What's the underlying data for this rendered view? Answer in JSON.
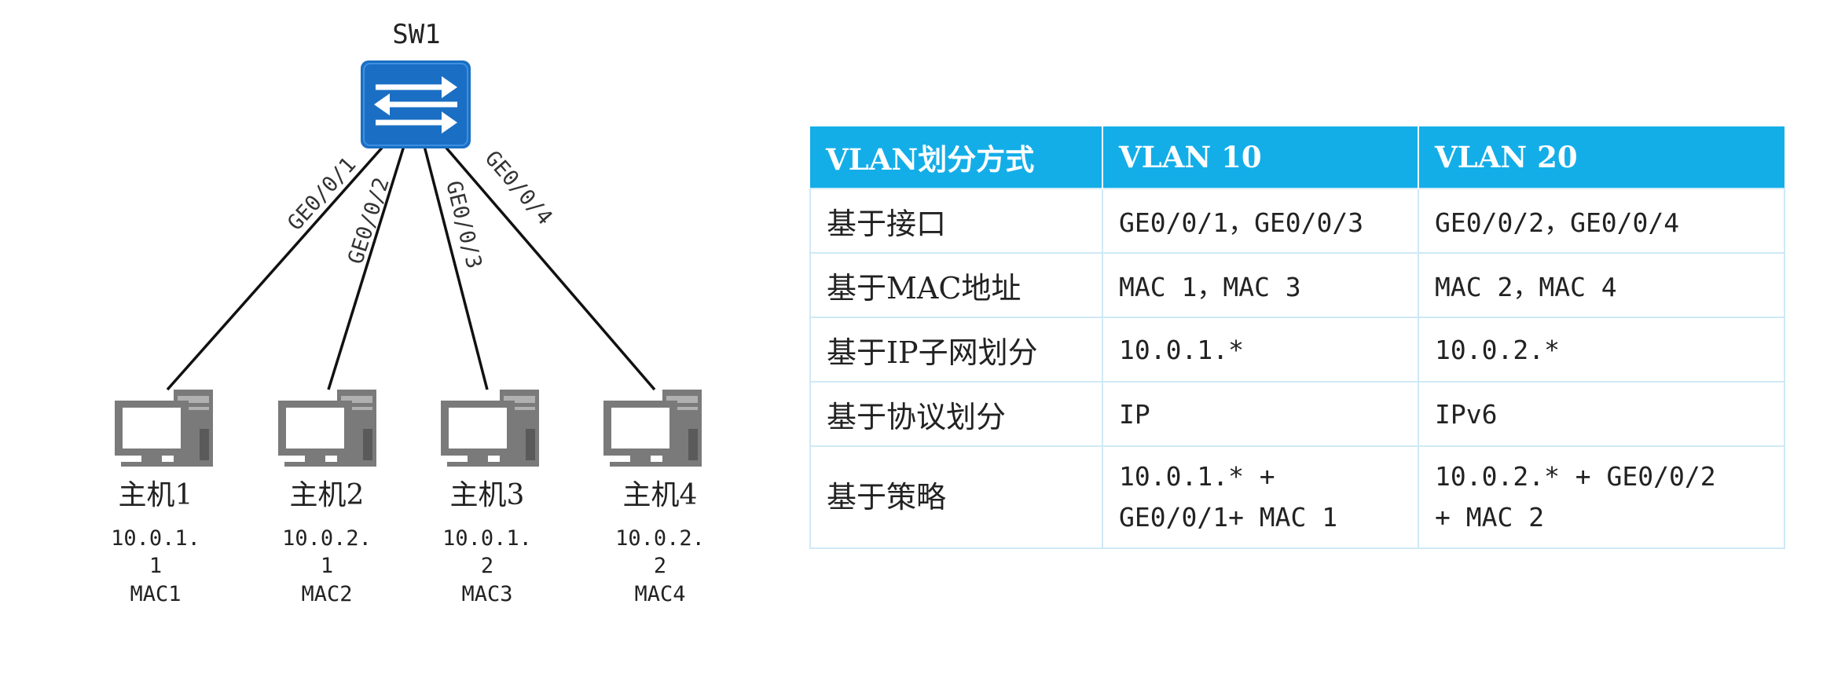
{
  "topology": {
    "switch": {
      "name": "SW1",
      "icon": "switch-icon",
      "color": "#1a6fc4"
    },
    "links": [
      {
        "port": "GE0/0/1"
      },
      {
        "port": "GE0/0/2"
      },
      {
        "port": "GE0/0/3"
      },
      {
        "port": "GE0/0/4"
      }
    ],
    "hosts": [
      {
        "name": "主机1",
        "ip_line1": "10.0.1.",
        "ip_line2": "1",
        "mac": "MAC1",
        "icon": "pc-icon"
      },
      {
        "name": "主机2",
        "ip_line1": "10.0.2.",
        "ip_line2": "1",
        "mac": "MAC2",
        "icon": "pc-icon"
      },
      {
        "name": "主机3",
        "ip_line1": "10.0.1.",
        "ip_line2": "2",
        "mac": "MAC3",
        "icon": "pc-icon"
      },
      {
        "name": "主机4",
        "ip_line1": "10.0.2.",
        "ip_line2": "2",
        "mac": "MAC4",
        "icon": "pc-icon"
      }
    ]
  },
  "table": {
    "header_color": "#13aee8",
    "headers": [
      "VLAN划分方式",
      "VLAN 10",
      "VLAN 20"
    ],
    "rows": [
      {
        "method": "基于接口",
        "vlan10": [
          "GE0/0/1，GE0/0/3"
        ],
        "vlan20": [
          "GE0/0/2，GE0/0/4"
        ]
      },
      {
        "method": "基于MAC地址",
        "vlan10": [
          "MAC 1，MAC 3"
        ],
        "vlan20": [
          "MAC 2，MAC 4"
        ]
      },
      {
        "method": "基于IP子网划分",
        "vlan10": [
          "10.0.1.*"
        ],
        "vlan20": [
          "10.0.2.*"
        ]
      },
      {
        "method": "基于协议划分",
        "vlan10": [
          "IP"
        ],
        "vlan20": [
          "IPv6"
        ]
      },
      {
        "method": "基于策略",
        "vlan10": [
          "10.0.1.* +",
          "GE0/0/1+ MAC 1"
        ],
        "vlan20": [
          "10.0.2.* + GE0/0/2",
          "+ MAC 2"
        ]
      }
    ]
  }
}
